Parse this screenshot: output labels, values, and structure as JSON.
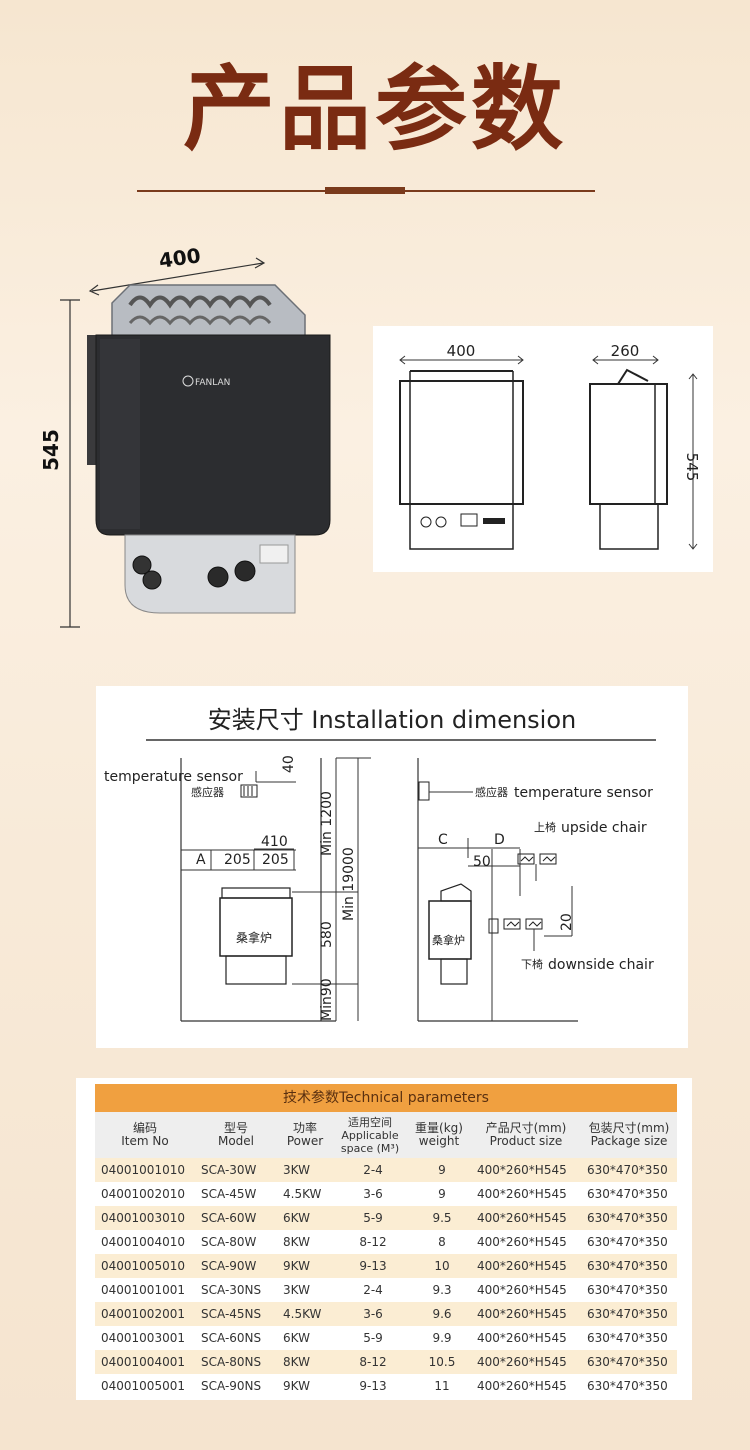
{
  "page": {
    "title": "产品参数"
  },
  "product_photo": {
    "width_label": "400",
    "height_label": "545",
    "brand": "FANLAN"
  },
  "drawing": {
    "front_width": "400",
    "side_depth": "260",
    "side_height": "545"
  },
  "installation": {
    "heading": "安装尺寸 Installation dimension",
    "left": {
      "sensor_label": "temperature sensor",
      "sensor_cn": "感应器",
      "top_gap": "40",
      "width_total": "410",
      "col_a": "A",
      "half_left": "205",
      "half_right": "205",
      "min_1200": "Min 1200",
      "min_19000": "Min 19000",
      "h_580": "580",
      "min_90": "Min90",
      "heater_cn": "桑拿炉"
    },
    "right": {
      "sensor_cn": "感应器",
      "sensor_label": "temperature sensor",
      "upside_cn": "上椅",
      "upside_label": "upside chair",
      "col_c": "C",
      "col_d": "D",
      "gap_50": "50",
      "gap_20": "20",
      "downside_cn": "下椅",
      "downside_label": "downside chair",
      "heater_cn": "桑拿炉"
    }
  },
  "params": {
    "caption": "技术参数Technical parameters",
    "headers": [
      {
        "cn": "编码",
        "en": "Item No"
      },
      {
        "cn": "型号",
        "en": "Model"
      },
      {
        "cn": "功率",
        "en": "Power"
      },
      {
        "cn": "适用空间",
        "en": "Applicable",
        "en2": "space (M³)"
      },
      {
        "cn": "重量(kg)",
        "en": "weight"
      },
      {
        "cn": "产品尺寸(mm)",
        "en": "Product size"
      },
      {
        "cn": "包装尺寸(mm)",
        "en": "Package size"
      }
    ],
    "rows": [
      [
        "04001001010",
        "SCA-30W",
        "3KW",
        "2-4",
        "9",
        "400*260*H545",
        "630*470*350"
      ],
      [
        "04001002010",
        "SCA-45W",
        "4.5KW",
        "3-6",
        "9",
        "400*260*H545",
        "630*470*350"
      ],
      [
        "04001003010",
        "SCA-60W",
        "6KW",
        "5-9",
        "9.5",
        "400*260*H545",
        "630*470*350"
      ],
      [
        "04001004010",
        "SCA-80W",
        "8KW",
        "8-12",
        "8",
        "400*260*H545",
        "630*470*350"
      ],
      [
        "04001005010",
        "SCA-90W",
        "9KW",
        "9-13",
        "10",
        "400*260*H545",
        "630*470*350"
      ],
      [
        "04001001001",
        "SCA-30NS",
        "3KW",
        "2-4",
        "9.3",
        "400*260*H545",
        "630*470*350"
      ],
      [
        "04001002001",
        "SCA-45NS",
        "4.5KW",
        "3-6",
        "9.6",
        "400*260*H545",
        "630*470*350"
      ],
      [
        "04001003001",
        "SCA-60NS",
        "6KW",
        "5-9",
        "9.9",
        "400*260*H545",
        "630*470*350"
      ],
      [
        "04001004001",
        "SCA-80NS",
        "8KW",
        "8-12",
        "10.5",
        "400*260*H545",
        "630*470*350"
      ],
      [
        "04001005001",
        "SCA-90NS",
        "9KW",
        "9-13",
        "11",
        "400*260*H545",
        "630*470*350"
      ]
    ]
  }
}
